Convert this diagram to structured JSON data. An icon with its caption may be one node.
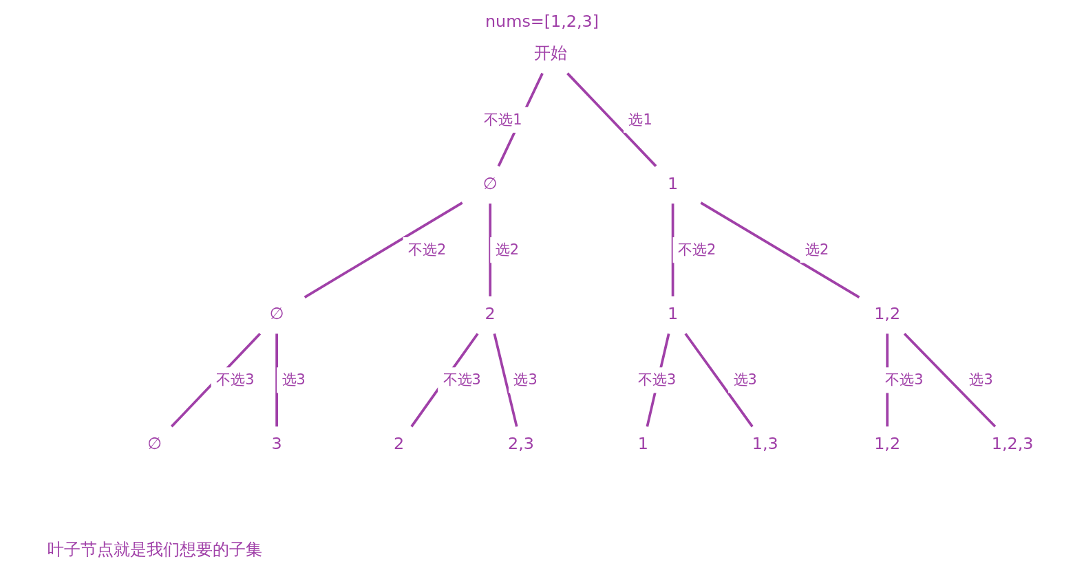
{
  "diagram": {
    "title": "nums=[1,2,3]",
    "caption": "叶子节点就是我们想要的子集",
    "nodes": [
      {
        "text": [
          "开始"
        ]
      },
      {
        "text": [
          "∅"
        ]
      },
      {
        "text": [
          "1"
        ]
      },
      {
        "text": [
          "∅"
        ]
      },
      {
        "text": [
          "2"
        ]
      },
      {
        "text": [
          "1"
        ]
      },
      {
        "text": [
          "1,2"
        ]
      },
      {
        "text": [
          "∅"
        ]
      },
      {
        "text": [
          "3"
        ]
      },
      {
        "text": [
          "2"
        ]
      },
      {
        "text": [
          "2,3"
        ]
      },
      {
        "text": [
          "1"
        ]
      },
      {
        "text": [
          "1,3"
        ]
      },
      {
        "text": [
          "1,2"
        ]
      },
      {
        "text": [
          "1,2,3"
        ]
      }
    ],
    "edges": [
      {
        "from": 0,
        "to": 1,
        "arrow": "none",
        "label": "不选1"
      },
      {
        "from": 0,
        "to": 2,
        "arrow": "none",
        "label": "选1"
      },
      {
        "from": 1,
        "to": 3,
        "arrow": "none",
        "label": "不选2"
      },
      {
        "from": 1,
        "to": 4,
        "arrow": "none",
        "label": "选2"
      },
      {
        "from": 2,
        "to": 5,
        "arrow": "none",
        "label": "不选2"
      },
      {
        "from": 2,
        "to": 6,
        "arrow": "none",
        "label": "选2"
      },
      {
        "from": 3,
        "to": 7,
        "arrow": "none",
        "label": "不选3"
      },
      {
        "from": 3,
        "to": 8,
        "arrow": "none",
        "label": "选3"
      },
      {
        "from": 4,
        "to": 9,
        "arrow": "none",
        "label": "不选3"
      },
      {
        "from": 4,
        "to": 10,
        "arrow": "none",
        "label": "选3"
      },
      {
        "from": 5,
        "to": 11,
        "arrow": "none",
        "label": "不选3"
      },
      {
        "from": 5,
        "to": 12,
        "arrow": "none",
        "label": "选3"
      },
      {
        "from": 6,
        "to": 13,
        "arrow": "none",
        "label": "不选3"
      },
      {
        "from": 6,
        "to": 14,
        "arrow": "none",
        "label": "选3"
      }
    ]
  }
}
